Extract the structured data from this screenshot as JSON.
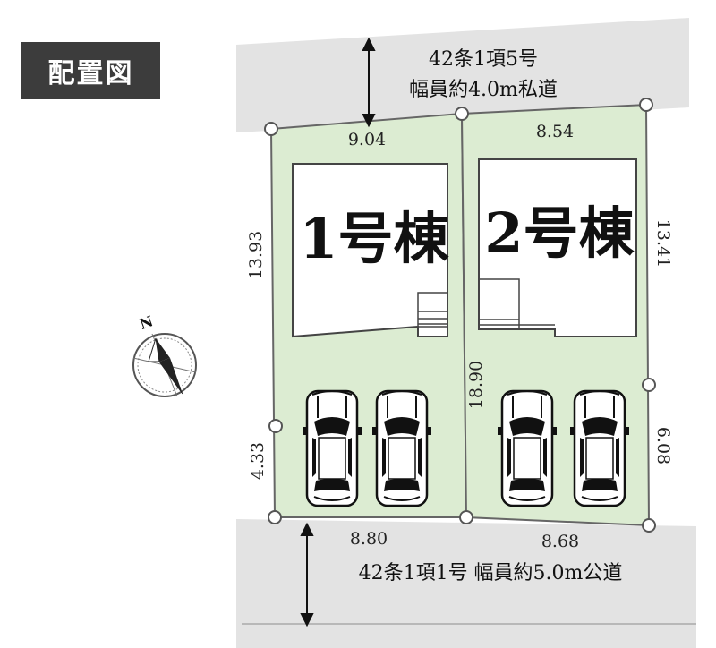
{
  "title_badge": "配置図",
  "roads": {
    "north_line1": "42条1項5号",
    "north_line2": "幅員約4.0m私道",
    "south_label": "42条1項1号 幅員約5.0m公道"
  },
  "buildings": {
    "building1": "1号棟",
    "building2": "2号棟"
  },
  "dimensions": {
    "north_left": "9.04",
    "north_right": "8.54",
    "west_upper": "13.93",
    "west_lower": "4.33",
    "middle": "18.90",
    "east_upper": "13.41",
    "east_lower": "6.08",
    "south_left": "8.80",
    "south_right": "8.68"
  },
  "compass": {
    "north_label": "N"
  },
  "colors": {
    "lot_fill": "#dcecd2",
    "road_fill": "#e3e3e3",
    "badge_bg": "#3c3c3c",
    "outline": "#666666"
  },
  "icons": {
    "compass": "compass-rose-icon",
    "car": "car-icon",
    "boundary_marker": "boundary-marker-icon"
  },
  "parking_spaces_count": 4
}
